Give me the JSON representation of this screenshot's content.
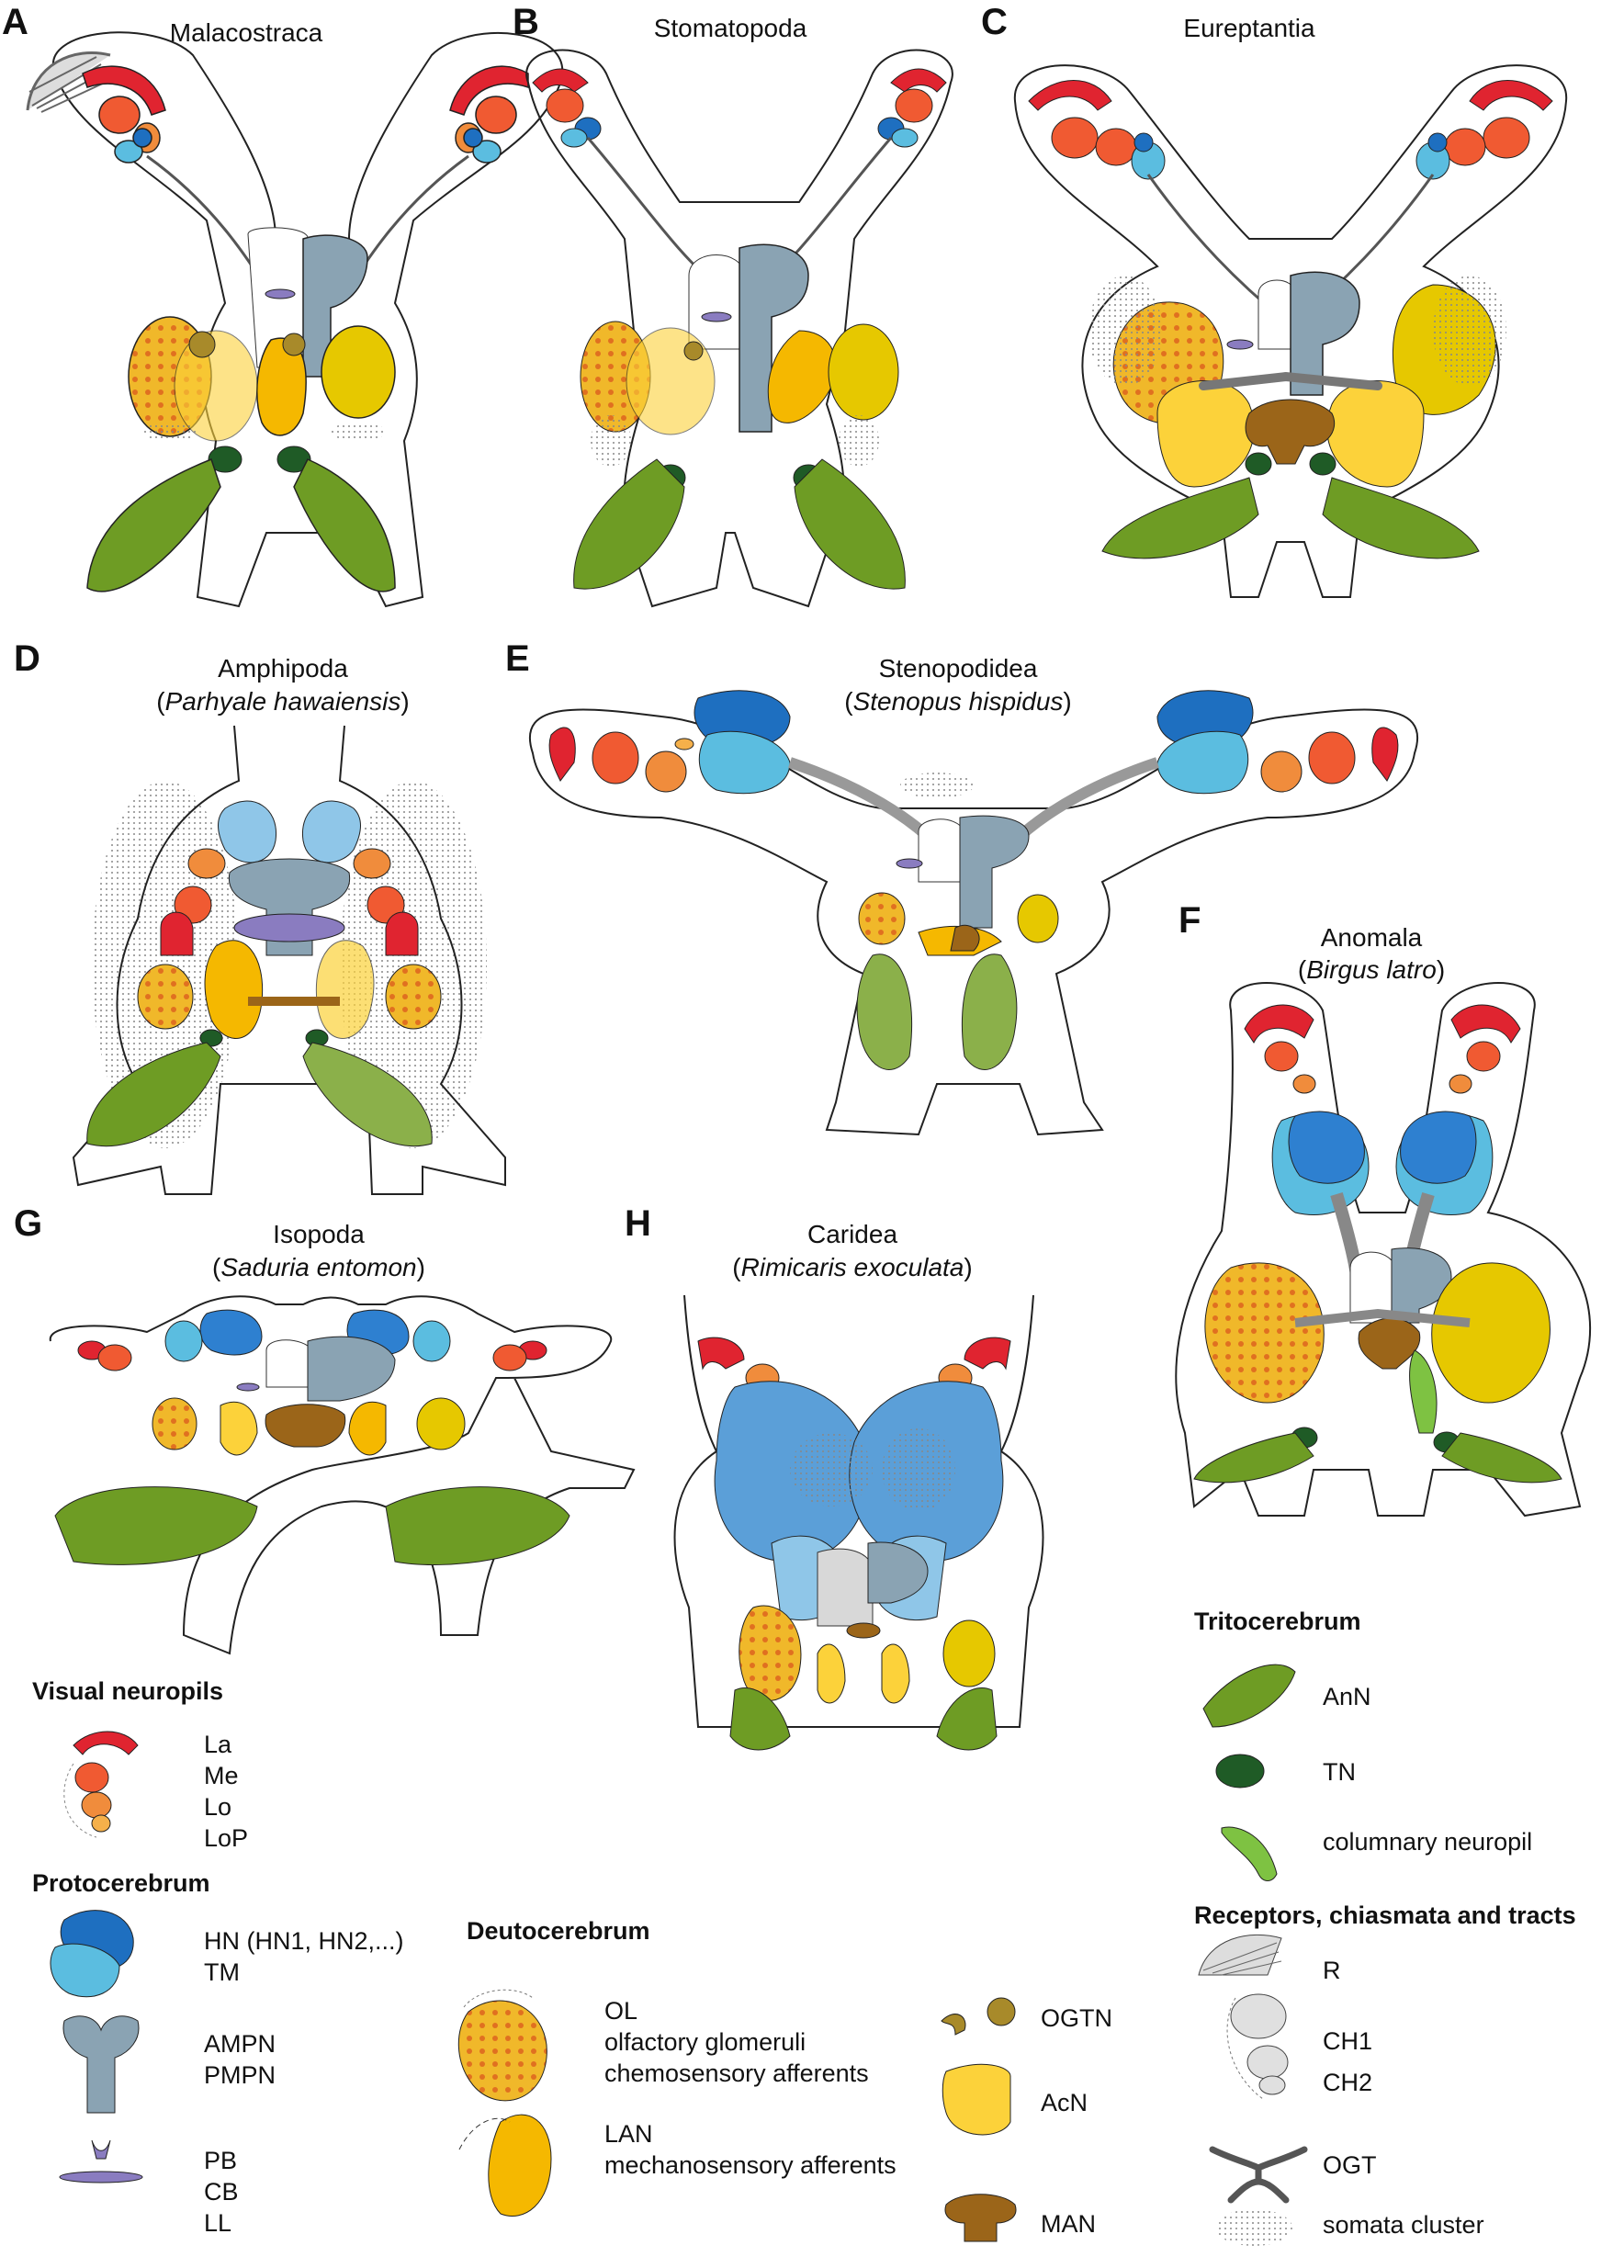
{
  "panels": [
    {
      "letter": "A",
      "title": "Malacostraca",
      "species": ""
    },
    {
      "letter": "B",
      "title": "Stomatopoda",
      "species": ""
    },
    {
      "letter": "C",
      "title": "Eureptantia",
      "species": ""
    },
    {
      "letter": "D",
      "title": "Amphipoda",
      "species": "Parhyale hawaiensis"
    },
    {
      "letter": "E",
      "title": "Stenopodidea",
      "species": "Stenopus hispidus"
    },
    {
      "letter": "F",
      "title": "Anomala",
      "species": "Birgus latro"
    },
    {
      "letter": "G",
      "title": "Isopoda",
      "species": "Saduria entomon"
    },
    {
      "letter": "H",
      "title": "Caridea",
      "species": "Rimicaris exoculata"
    }
  ],
  "legend": {
    "visual": {
      "title": "Visual neuropils",
      "labels": [
        "La",
        "Me",
        "Lo",
        "LoP"
      ]
    },
    "proto": {
      "title": "Protocerebrum",
      "hn": [
        "HN (HN1, HN2,...)",
        "TM"
      ],
      "mpn": [
        "AMPN",
        "PMPN"
      ],
      "pb": [
        "PB",
        "CB",
        "LL"
      ]
    },
    "deuto": {
      "title": "Deutocerebrum",
      "ol": [
        "OL",
        "olfactory glomeruli",
        "chemosensory afferents"
      ],
      "lan": [
        "LAN",
        "mechanosensory afferents"
      ],
      "ogtn": "OGTN",
      "acn": "AcN",
      "man": "MAN"
    },
    "trito": {
      "title": "Tritocerebrum",
      "ann": "AnN",
      "tn": "TN",
      "col": "columnary neuropil"
    },
    "receptors": {
      "title": "Receptors, chiasmata and tracts",
      "r": "R",
      "ch": [
        "CH1",
        "CH2"
      ],
      "ogt": "OGT",
      "somata": "somata cluster"
    }
  },
  "colors": {
    "lamina": "#e02430",
    "medulla": "#f05a32",
    "lobula": "#f08c3c",
    "lobula_plate": "#f5b04a",
    "hemiellipsoid": "#1e6fc0",
    "terminal_medulla": "#5bbde0",
    "median_protocerebrum": "#8aa3b3",
    "central_body": "#8a7cc0",
    "olfactory": "#f0b82a",
    "lateral_antennal": "#f5b800",
    "accessory": "#fcd23a",
    "median_antennal": "#9b6519",
    "ogtn": "#a88a2a",
    "antenna2": "#6e9c24",
    "tegumentary": "#1f5b26",
    "columnary": "#7ec242",
    "somata": "#bbbbbb"
  }
}
